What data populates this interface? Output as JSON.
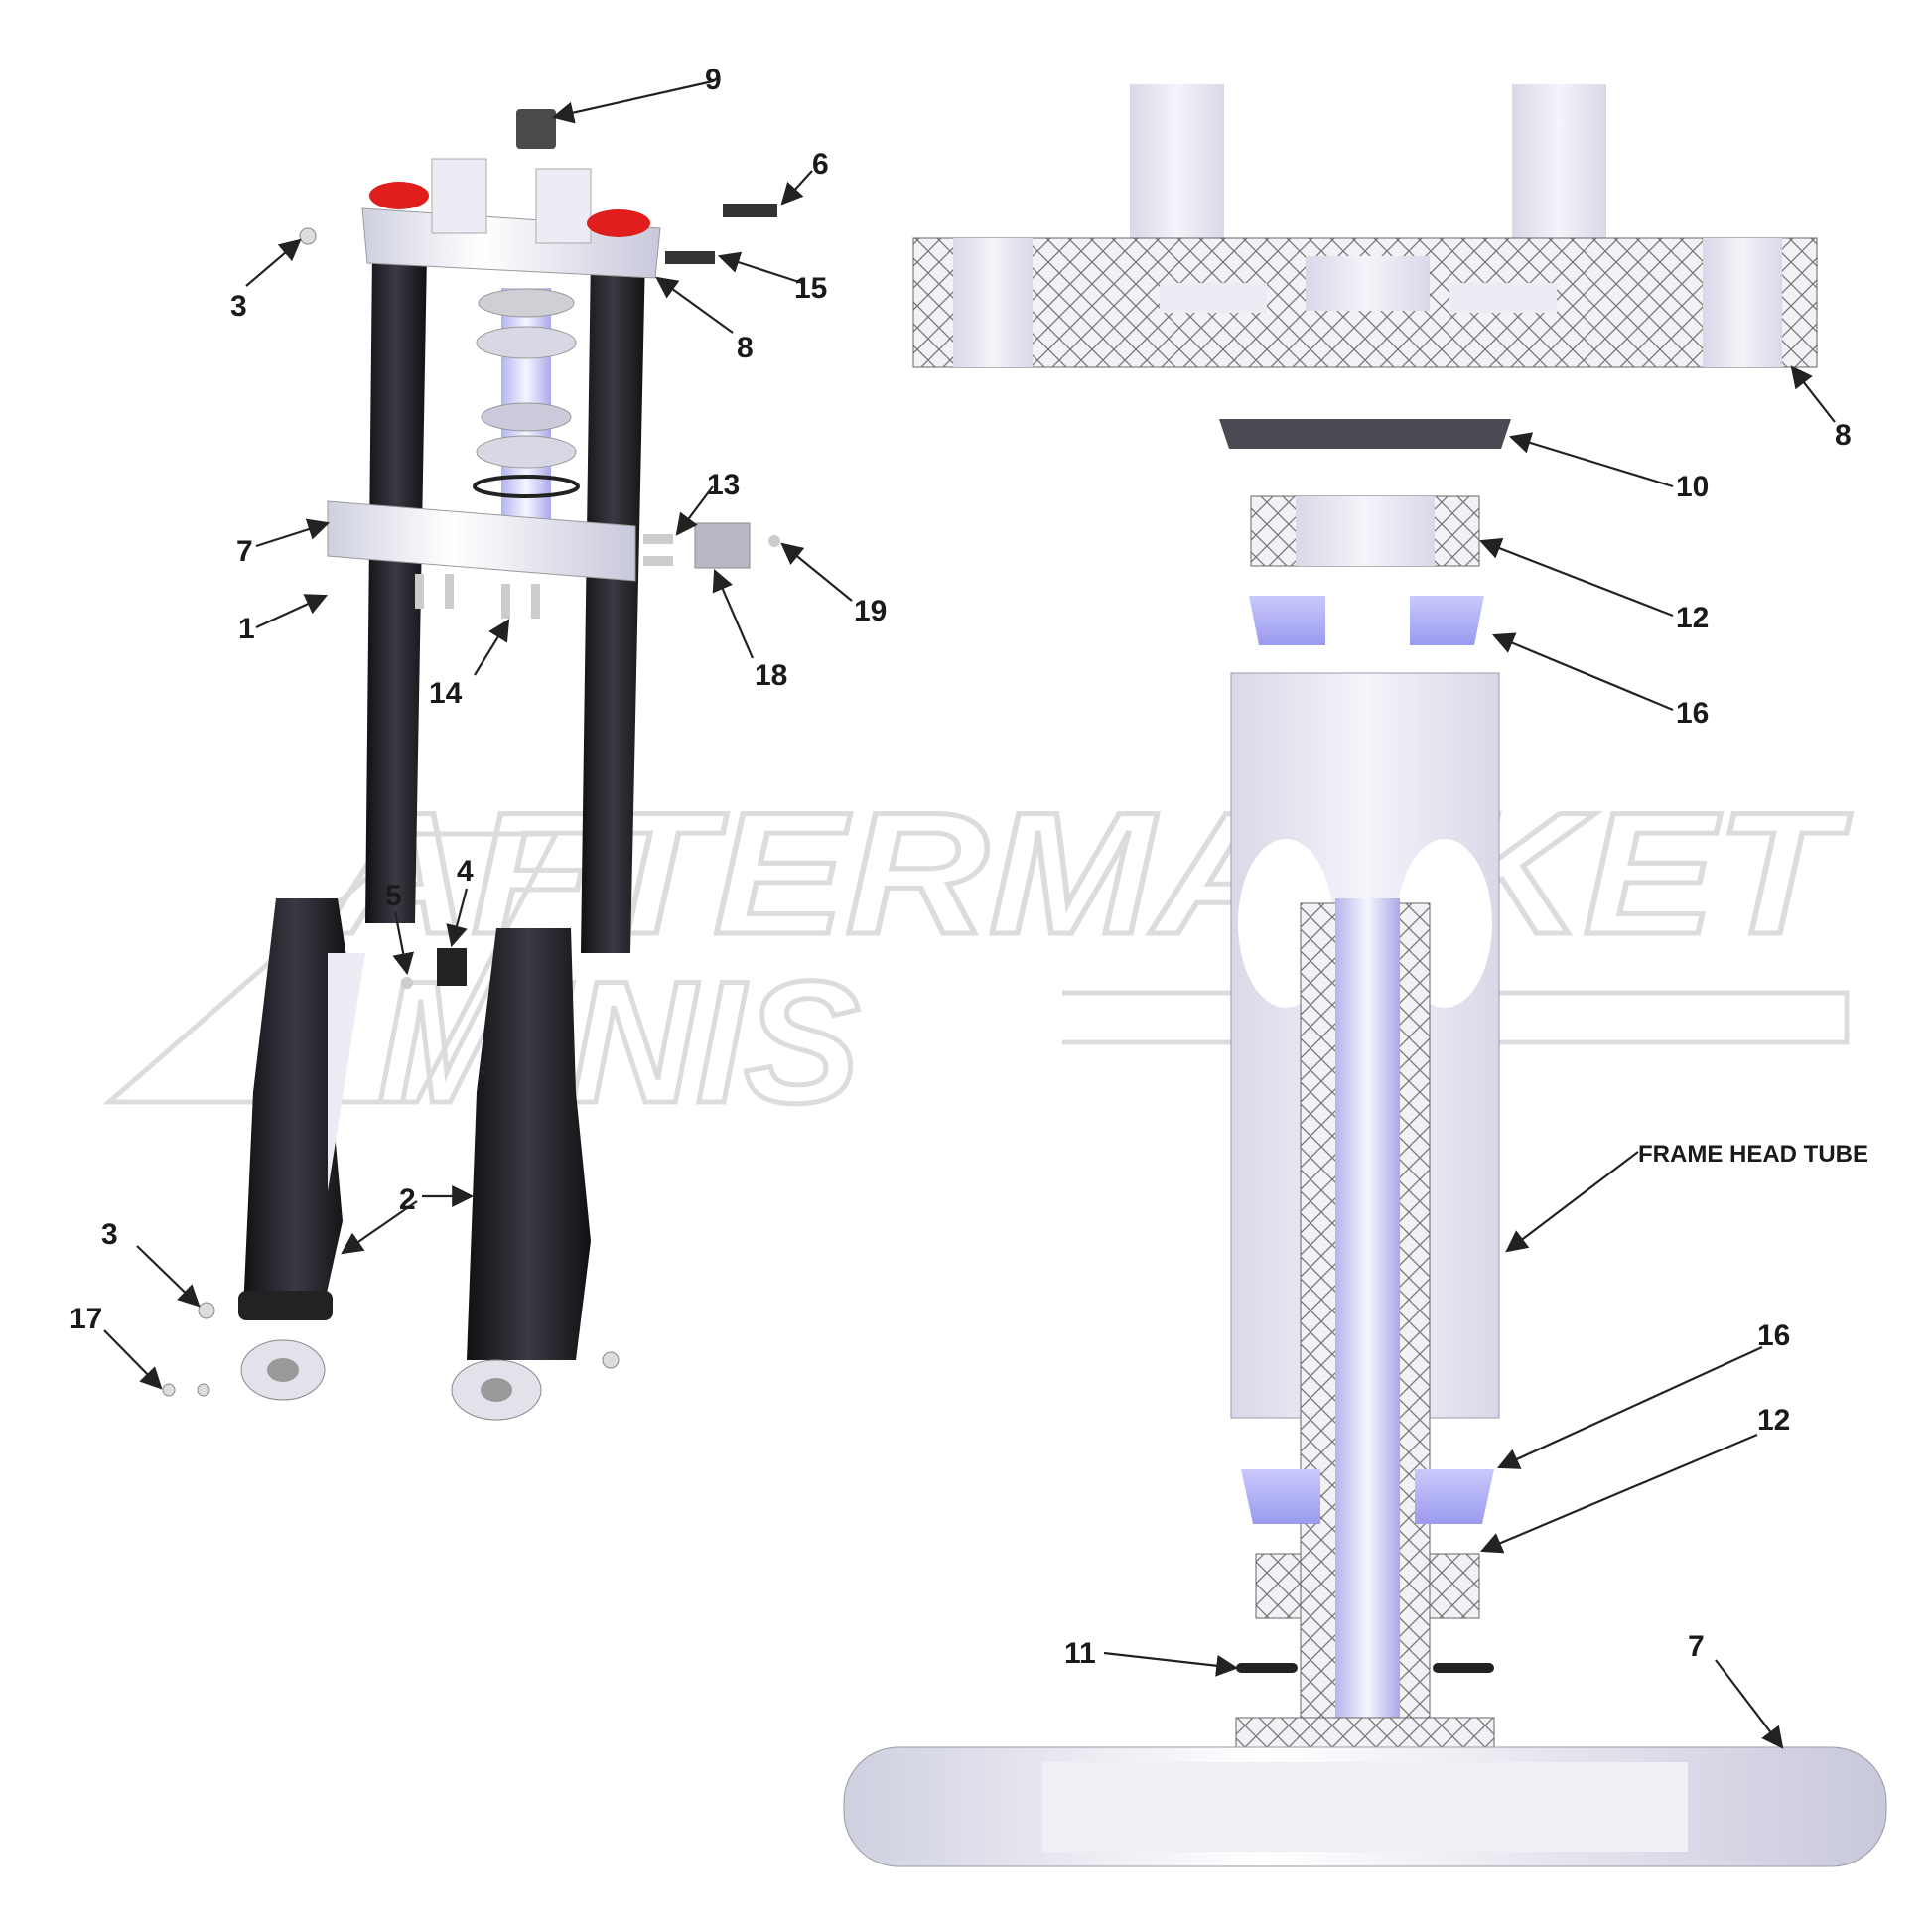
{
  "watermark": {
    "line1": "AFTERMARKET",
    "line2": "MINIS"
  },
  "callouts": {
    "c1": "1",
    "c2": "2",
    "c3a": "3",
    "c3b": "3",
    "c4": "4",
    "c5": "5",
    "c6": "6",
    "c7a": "7",
    "c7b": "7",
    "c8a": "8",
    "c8b": "8",
    "c9": "9",
    "c10": "10",
    "c11": "11",
    "c12a": "12",
    "c12b": "12",
    "c13": "13",
    "c14": "14",
    "c15": "15",
    "c16a": "16",
    "c16b": "16",
    "c17": "17",
    "c18": "18",
    "c19": "19",
    "frame_head_tube": "FRAME HEAD TUBE"
  },
  "colors": {
    "fork_black": "#1e1e22",
    "clamp_silver": "#e4e4ec",
    "cap_red": "#e01e1e",
    "lavender": "#b3b3ef",
    "hatch": "#6a6a6a"
  }
}
